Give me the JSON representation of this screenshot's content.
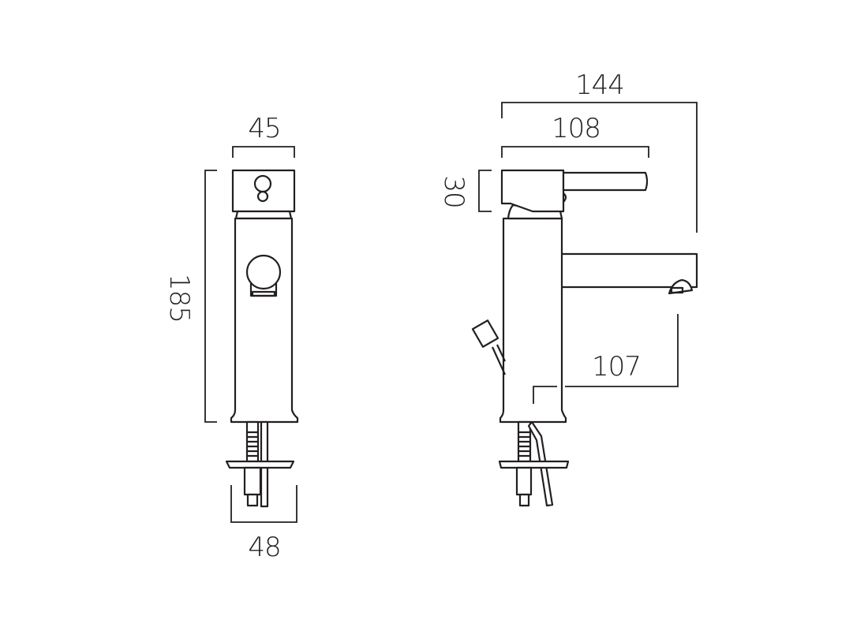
{
  "front_view": {
    "width_top": "45",
    "height": "185",
    "base_width": "48"
  },
  "side_view": {
    "overall_depth": "144",
    "lever_length": "108",
    "head_height": "30",
    "spout_reach": "107"
  },
  "colors": {
    "line": "#231f20",
    "background": "#ffffff"
  }
}
